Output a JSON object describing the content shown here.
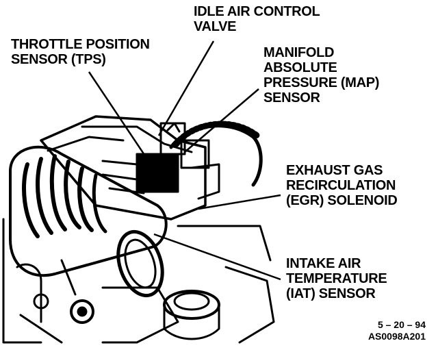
{
  "labels": {
    "idle_air": [
      "IDLE AIR CONTROL",
      "VALVE"
    ],
    "tps": [
      "THROTTLE POSITION",
      "SENSOR (TPS)"
    ],
    "map": [
      "MANIFOLD",
      "ABSOLUTE",
      "PRESSURE (MAP)",
      "SENSOR"
    ],
    "egr": [
      "EXHAUST GAS",
      "RECIRCULATION",
      "(EGR) SOLENOID"
    ],
    "iat": [
      "INTAKE AIR",
      "TEMPERATURE",
      "(IAT) SENSOR"
    ]
  },
  "figure_meta": {
    "date": "5 – 20 – 94",
    "code": "AS0098A201"
  },
  "colors": {
    "ink": "#000000",
    "paper": "#ffffff"
  }
}
